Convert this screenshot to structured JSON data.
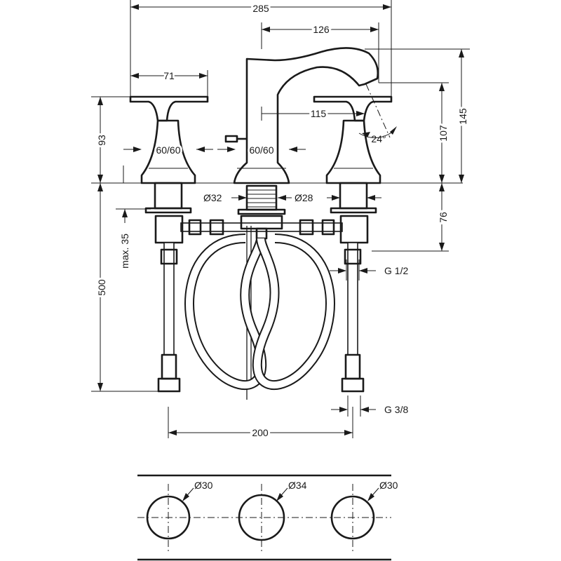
{
  "dimensions": {
    "overall_width": "285",
    "spout_reach": "126",
    "handle_width": "71",
    "handle_height": "93",
    "handle_base_left": "60/60",
    "spout_base": "60/60",
    "spout_offset": "115",
    "angle": "24°",
    "handle_spout_height": "107",
    "spout_height": "145",
    "spout_shank_dia": "Ø32",
    "handle_shank_dia": "Ø28",
    "thickness_max": "max. 35",
    "shank_length": "76",
    "inlet_thread": "G 1/2",
    "hose_length": "500",
    "hose_thread": "G 3/8",
    "center_distance": "200",
    "hole_left": "Ø30",
    "hole_center": "Ø34",
    "hole_right": "Ø30"
  }
}
